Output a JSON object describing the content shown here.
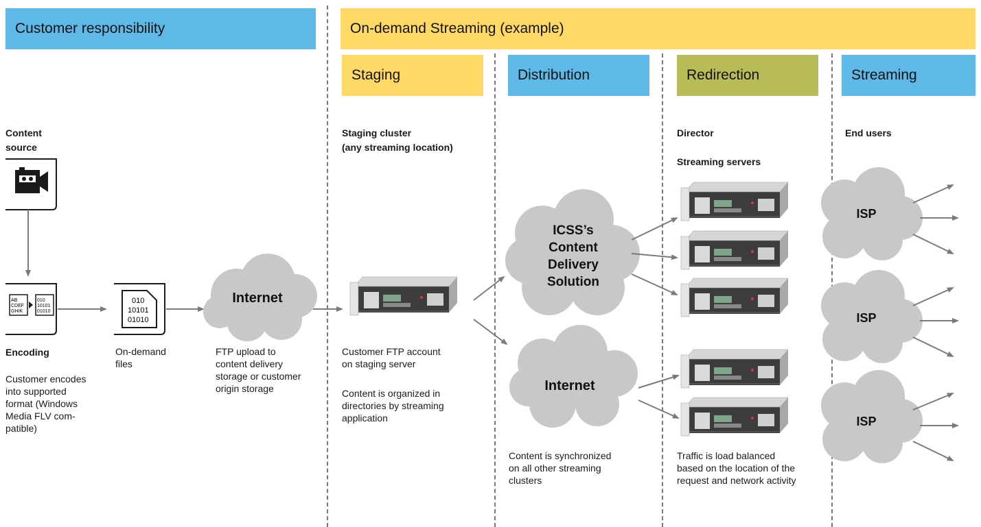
{
  "banners": {
    "customer": "Customer responsibility",
    "on_demand": "On-demand Streaming (example)",
    "staging": "Staging",
    "distribution": "Distribution",
    "redirection": "Redirection",
    "streaming": "Streaming"
  },
  "colors": {
    "blue": "#5fb9e6",
    "yellow": "#ffd966",
    "olive": "#b9bc56",
    "cloud": "#c8c8c8",
    "arrow": "#7a7a7a"
  },
  "content_source": {
    "title_line1": "Content",
    "title_line2": "source",
    "icon": "video-camera-icon"
  },
  "encoding": {
    "title": "Encoding",
    "icon": "encoding-icon",
    "icon_text_left": [
      "AB",
      "CDEF",
      "GHIK"
    ],
    "icon_text_right": [
      "010",
      "10101",
      "01010"
    ],
    "desc": [
      "Customer encodes",
      "into supported",
      "format (Windows",
      "Media FLV com-",
      "patible)"
    ]
  },
  "on_demand_files": {
    "icon": "binary-file-icon",
    "icon_text": [
      "010",
      "10101",
      "01010"
    ],
    "label": [
      "On-demand",
      "files"
    ]
  },
  "internet_upload": {
    "cloud_label": "Internet",
    "desc": [
      "FTP upload to",
      "content delivery",
      "storage or customer",
      "origin storage"
    ]
  },
  "staging": {
    "title": [
      "Staging cluster",
      "(any streaming location)"
    ],
    "desc1": [
      "Customer FTP account",
      "on staging server"
    ],
    "desc2": [
      "Content is organized in",
      "directories by streaming",
      "application"
    ]
  },
  "distribution": {
    "cloud1": [
      "ICSS’s",
      "Content",
      "Delivery",
      "Solution"
    ],
    "cloud2": "Internet",
    "desc": [
      "Content is synchronized",
      "on all other streaming",
      "clusters"
    ]
  },
  "redirection": {
    "director": "Director",
    "servers": "Streaming servers",
    "desc": [
      "Traffic is load balanced",
      "based on the location of the",
      "request and network activity"
    ]
  },
  "streaming": {
    "title": "End users",
    "isp1": "ISP",
    "isp2": "ISP",
    "isp3": "ISP"
  }
}
